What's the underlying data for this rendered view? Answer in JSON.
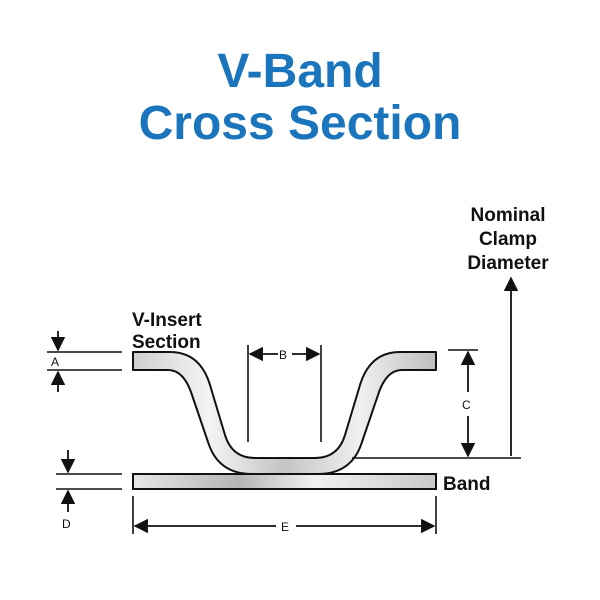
{
  "title": {
    "line1": "V-Band",
    "line2": "Cross Section"
  },
  "labels": {
    "nominal_line1": "Nominal",
    "nominal_line2": "Clamp",
    "nominal_line3": "Diameter",
    "v_insert_line1": "V-Insert",
    "v_insert_line2": "Section",
    "band": "Band"
  },
  "dimensions": {
    "a": "A",
    "b": "B",
    "c": "C",
    "d": "D",
    "e": "E"
  },
  "colors": {
    "title": "#1b75bc",
    "line": "#111111",
    "metal_light": "#f2f2f2",
    "metal_dark": "#9a9a9a"
  }
}
